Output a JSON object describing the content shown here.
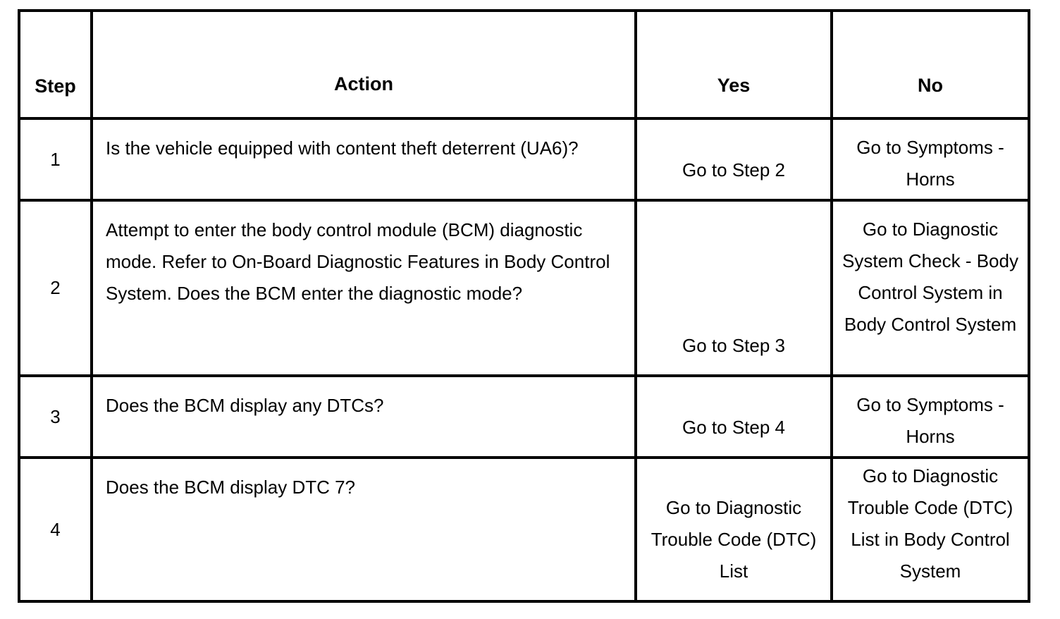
{
  "table": {
    "headers": [
      {
        "key": "step",
        "label": "Step"
      },
      {
        "key": "action",
        "label": "Action"
      },
      {
        "key": "yes",
        "label": "Yes"
      },
      {
        "key": "no",
        "label": "No"
      }
    ],
    "rows": [
      {
        "step": "1",
        "action": "Is the vehicle equipped with content theft deterrent (UA6)?",
        "yes": "Go to Step 2",
        "no": "Go to Symptoms - Horns"
      },
      {
        "step": "2",
        "action": "Attempt to enter the body control module (BCM) diagnostic mode. Refer to On-Board Diagnostic Features in Body Control System. Does the BCM enter the diagnostic mode?",
        "yes": "Go to Step 3",
        "no": "Go to Diagnostic System Check - Body Control System in Body Control System"
      },
      {
        "step": "3",
        "action": "Does the BCM display any DTCs?",
        "yes": "Go to Step 4",
        "no": "Go to Symptoms - Horns"
      },
      {
        "step": "4",
        "action": "Does the BCM display DTC 7?",
        "yes": "Go to Diagnostic Trouble Code (DTC) List",
        "no": "Go to Diagnostic Trouble Code (DTC) List in Body Control System"
      }
    ]
  },
  "colors": {
    "border": "#000000",
    "text": "#000000",
    "background": "#ffffff"
  }
}
